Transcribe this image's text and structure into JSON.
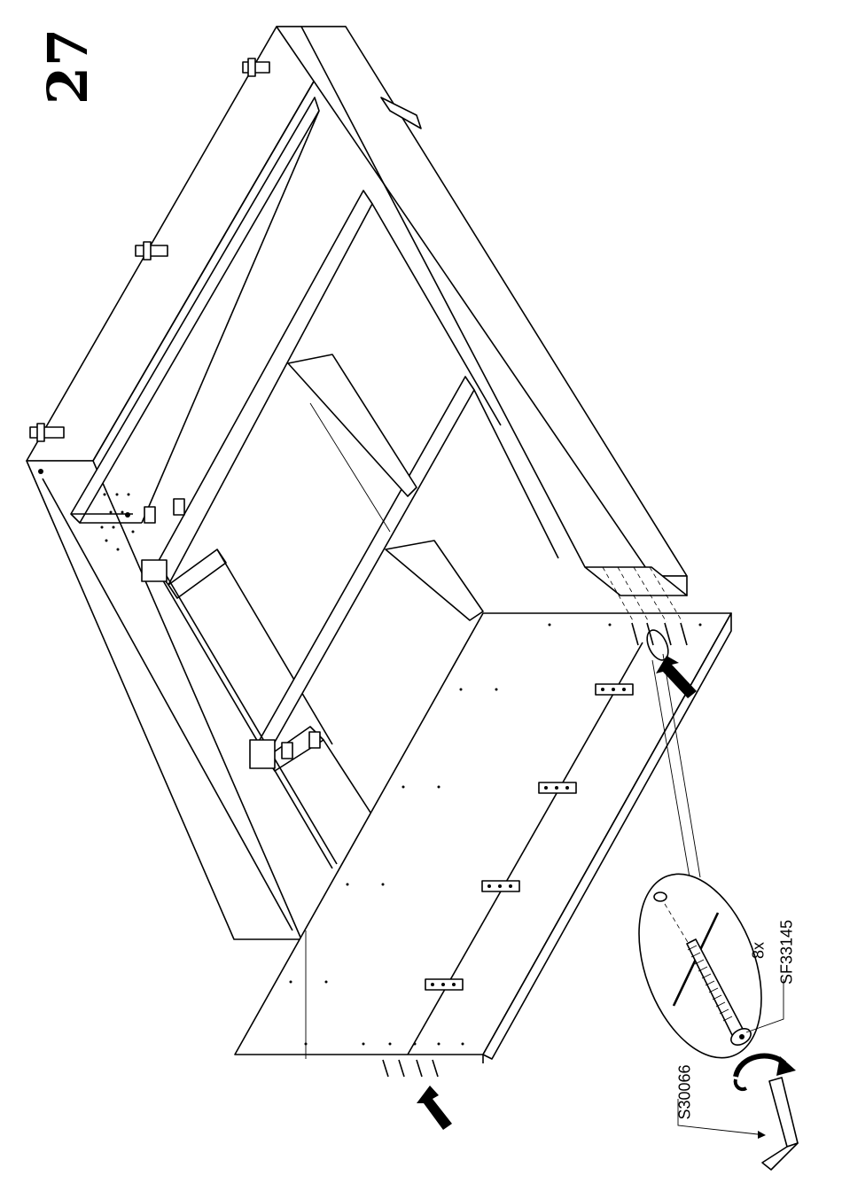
{
  "step": {
    "number": "27"
  },
  "fastener": {
    "quantity": "8x",
    "part_code": "SF33145"
  },
  "tool": {
    "part_code": "S30066"
  },
  "colors": {
    "line": "#000000",
    "background": "#ffffff"
  },
  "icons": [
    "insert-arrow-icon",
    "rotate-arrow-icon",
    "screw-icon",
    "allen-key-icon",
    "hinge-icon",
    "bracket-icon"
  ]
}
